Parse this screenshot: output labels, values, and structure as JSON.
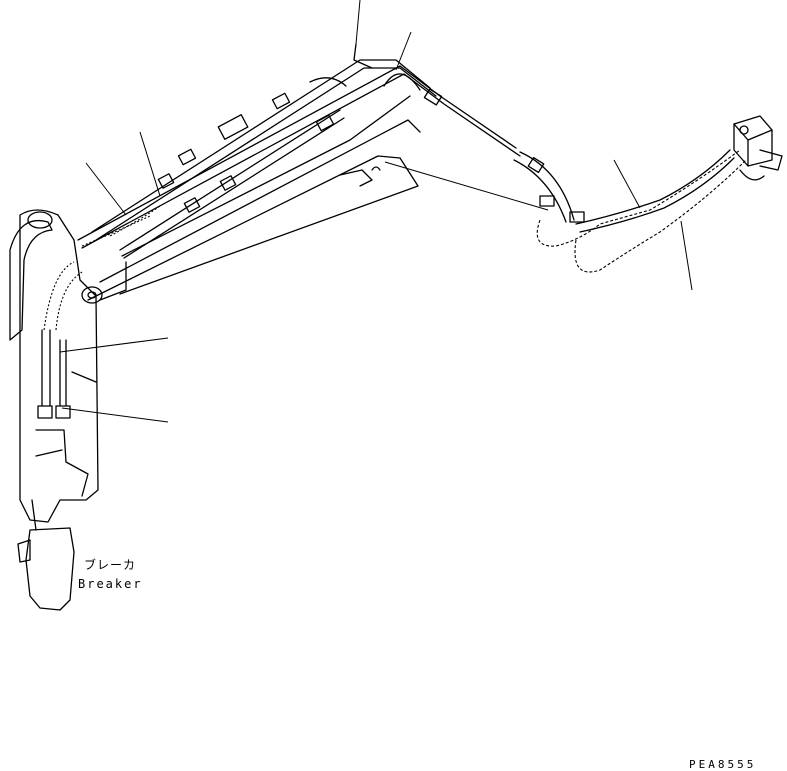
{
  "figure": {
    "labels": {
      "breaker_jp": "ブレーカ",
      "breaker_en": "Breaker"
    },
    "drawing_code": "PEA8555",
    "stroke_color": "#000000",
    "background_color": "#ffffff"
  }
}
